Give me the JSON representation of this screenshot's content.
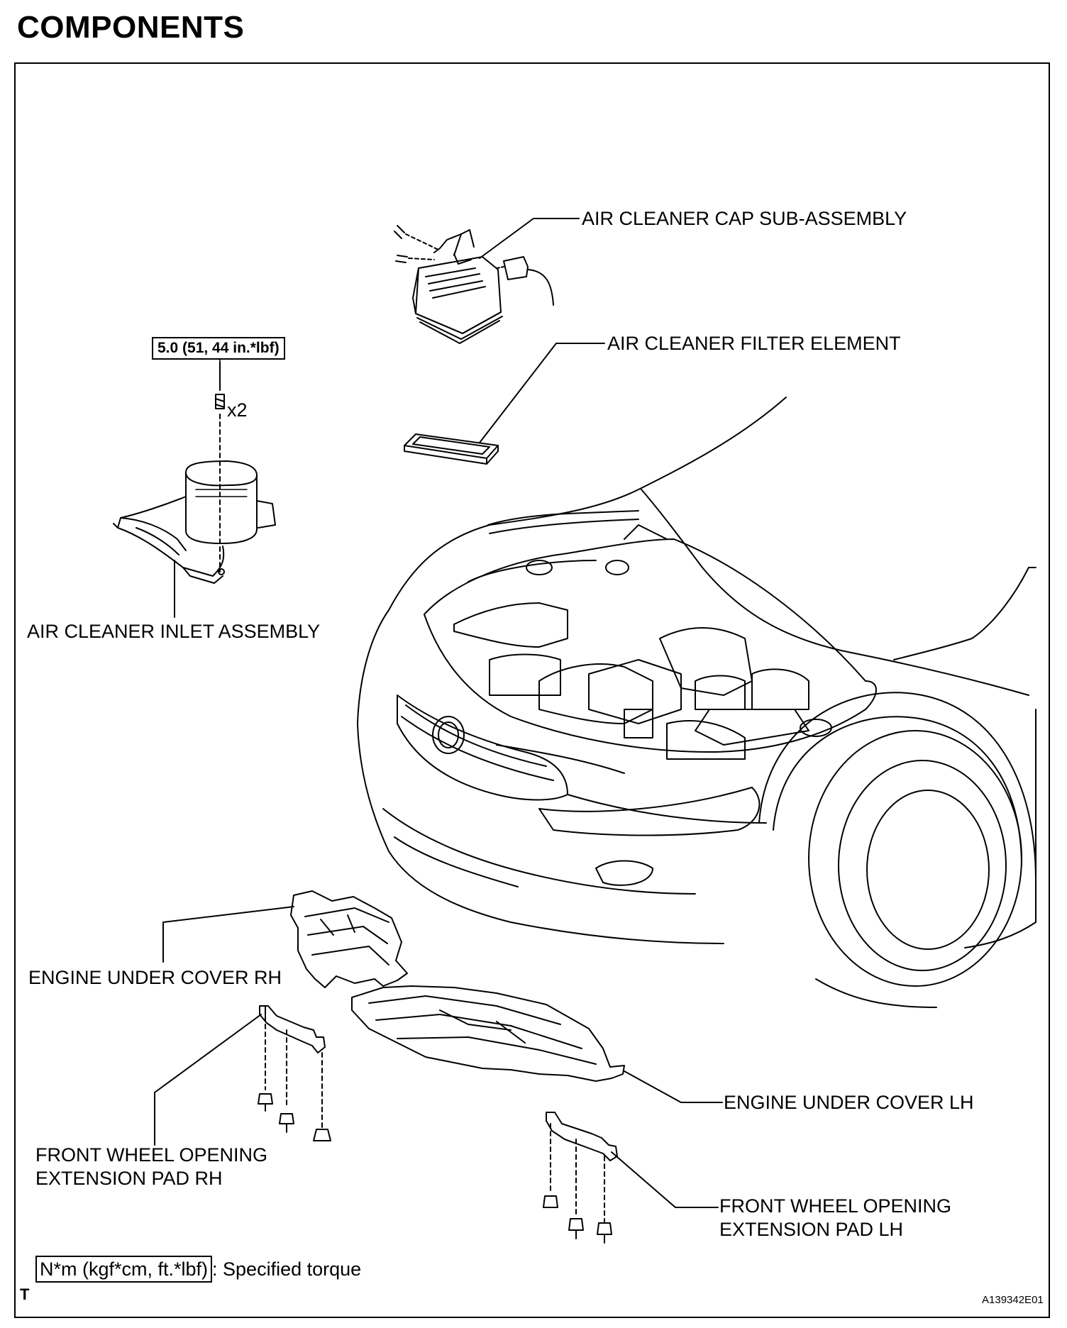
{
  "page_title": "COMPONENTS",
  "labels": {
    "air_cleaner_cap": "AIR CLEANER CAP SUB-ASSEMBLY",
    "air_cleaner_filter": "AIR CLEANER FILTER ELEMENT",
    "air_cleaner_inlet": "AIR CLEANER INLET ASSEMBLY",
    "engine_under_cover_rh": "ENGINE UNDER COVER RH",
    "engine_under_cover_lh": "ENGINE UNDER COVER LH",
    "front_wheel_pad_rh_line1": "FRONT WHEEL OPENING",
    "front_wheel_pad_rh_line2": "EXTENSION PAD RH",
    "front_wheel_pad_lh_line1": "FRONT WHEEL OPENING",
    "front_wheel_pad_lh_line2": "EXTENSION PAD LH"
  },
  "torque_spec": "5.0 (51, 44 in.*lbf)",
  "bolt_qty": "x2",
  "legend": {
    "units": "N*m (kgf*cm, ft.*lbf)",
    "description": ": Specified torque"
  },
  "corner_mark": "T",
  "figure_id": "A139342E01"
}
